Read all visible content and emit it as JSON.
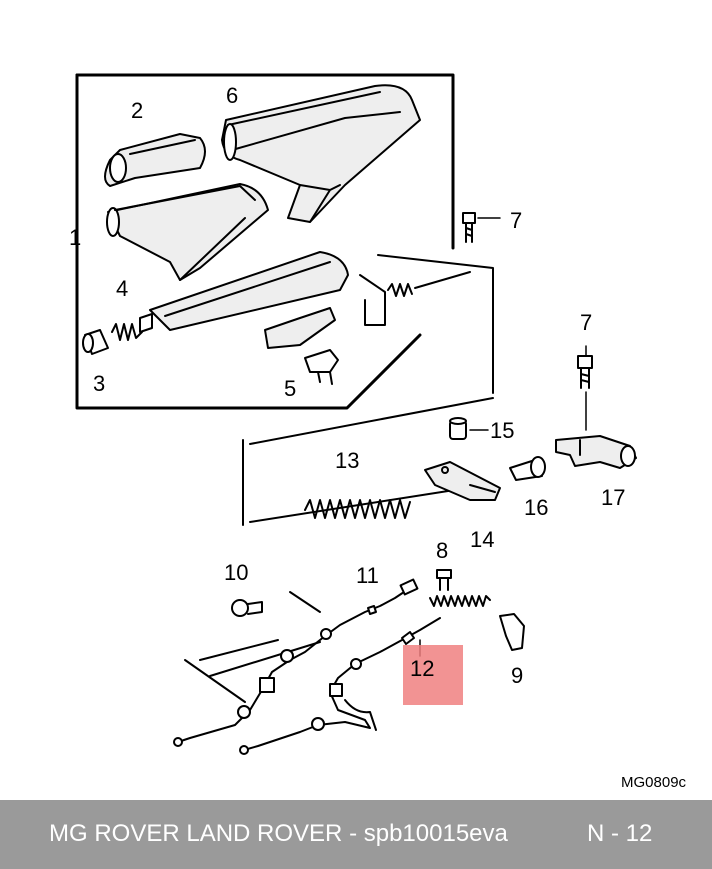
{
  "diagram": {
    "callouts": [
      "1",
      "2",
      "3",
      "4",
      "5",
      "6",
      "7",
      "7",
      "8",
      "9",
      "10",
      "11",
      "12",
      "13",
      "14",
      "15",
      "16",
      "17"
    ],
    "highlighted_callout": "12",
    "highlight_color": "#f08080",
    "drawing_code": "MG0809c"
  },
  "footer": {
    "brands": "MG ROVER LAND ROVER",
    "separator": "-",
    "part_number": "spb10015eva",
    "page_ref": "N - 12",
    "background": "#9a9a9a"
  }
}
